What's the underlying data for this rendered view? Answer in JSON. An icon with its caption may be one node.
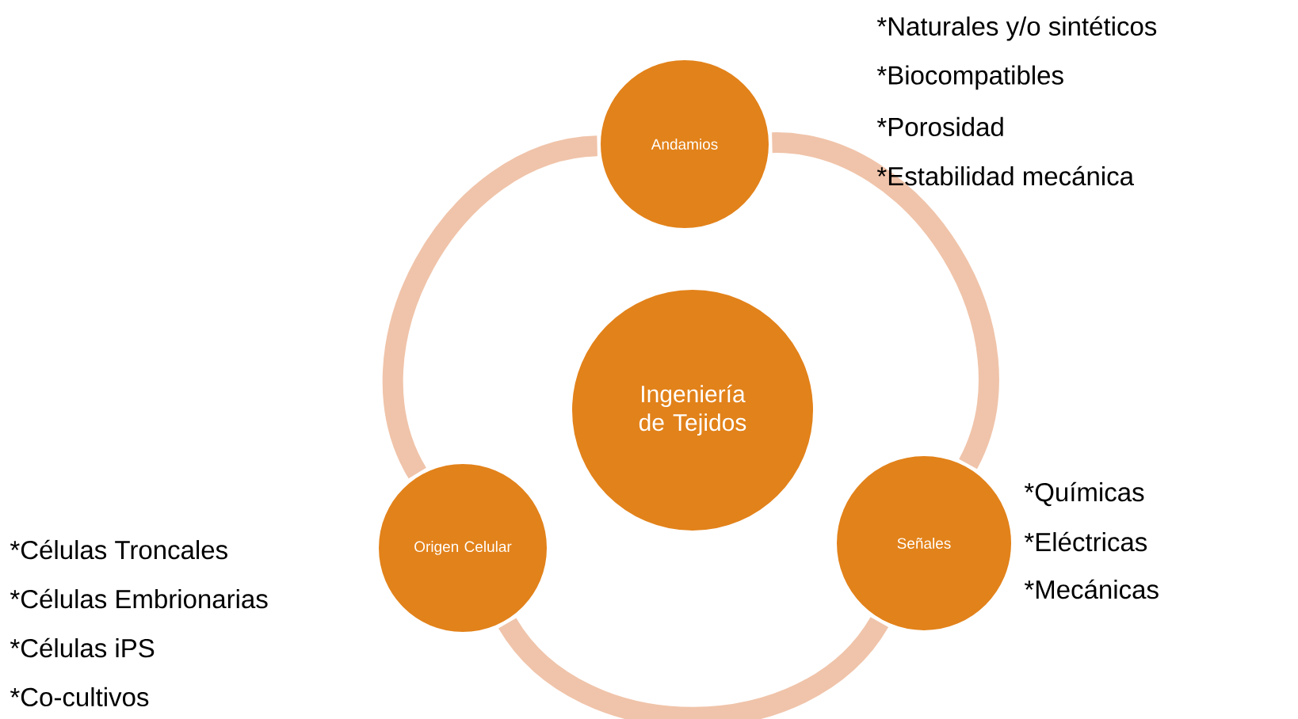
{
  "diagram": {
    "nodes": [
      {
        "text": [
          "Ingeniería de Tejidos"
        ]
      },
      {
        "text": [
          "Andamios"
        ],
        "beside": [
          "*Naturales y/o sintéticos",
          "*Biocompatibles",
          "*Porosidad",
          "*Estabilidad mecánica"
        ]
      },
      {
        "text": [
          "Señales"
        ],
        "beside": [
          "*Químicas",
          "*Eléctricas",
          "*Mecánicas"
        ]
      },
      {
        "text": [
          "Origen Celular"
        ],
        "beside": [
          "*Células Troncales",
          "*Células Embrionarias",
          "*Células iPS",
          "*Co-cultivos"
        ]
      }
    ],
    "edges": [
      {
        "from": 1,
        "to": 2,
        "arrow": "none"
      },
      {
        "from": 2,
        "to": 3,
        "arrow": "none"
      },
      {
        "from": 3,
        "to": 1,
        "arrow": "none"
      }
    ]
  }
}
